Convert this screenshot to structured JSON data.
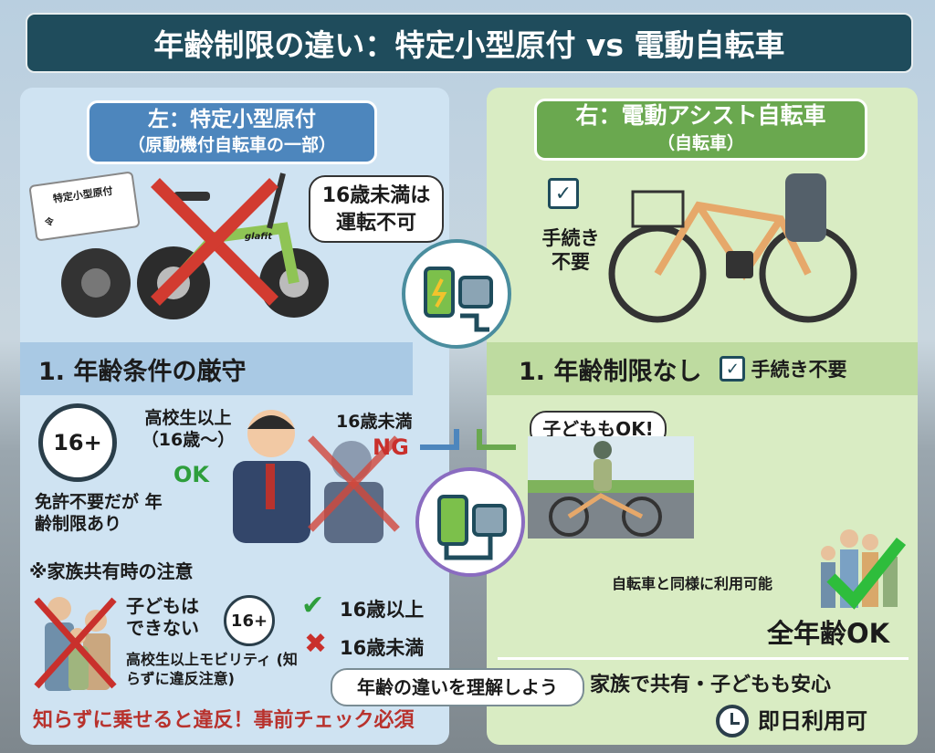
{
  "title": "年齢制限の違い：特定小型原付 vs 電動自転車",
  "left": {
    "header": "左：特定小型原付",
    "sub": "（原動機付自転車の一部）",
    "card_label": "特定小型原付",
    "card_mark": "令",
    "brand": "glafit",
    "bubble": "16歳未満は 運転不可",
    "section": "1. 年齢条件の厳守",
    "age_badge": "16+",
    "ok_text": "高校生以上 （16歳～）",
    "ok": "OK",
    "ng_text": "16歳未満",
    "ng": "NG",
    "note": "免許不要だが 年齢制限あり",
    "family_title": "※家族共有時の注意",
    "kids_cannot": "子どもは できない",
    "mobility": "高校生以上モビリティ (知らずに違反注意)",
    "over16": "16歳以上",
    "under16": "16歳未満",
    "warning": "知らずに乗せると違反！事前チェック必須"
  },
  "right": {
    "header": "右：電動アシスト自転車",
    "sub": "（自転車）",
    "no_procedure": "手続き 不要",
    "section": "1. 年齢制限なし",
    "section_badge": "手続き不要",
    "kids_bubble": "子どももOK!",
    "same_as_bike": "自転車と同様に利用可能",
    "all_ages": "全年齢OK",
    "family": "家族で共有・子どもも安心",
    "same_day": "即日利用可"
  },
  "center_pill": "年齢の違いを理解しよう",
  "colors": {
    "title": "#1f4c5c",
    "left": "#4d86bd",
    "right": "#6aa84f",
    "ok": "#2e9e3c",
    "ng": "#c9302c"
  }
}
